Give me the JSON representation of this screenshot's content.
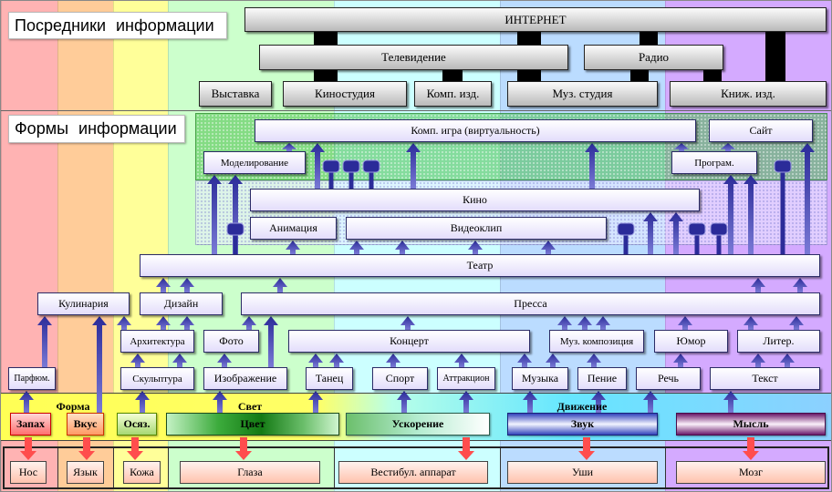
{
  "titles": {
    "intermediaries": "Посредники информации",
    "forms": "Формы информации"
  },
  "intermediaries": {
    "internet": "ИНТЕРНЕТ",
    "television": "Телевидение",
    "radio": "Радио",
    "exhibition": "Выставка",
    "film_studio": "Киностудия",
    "comp_publishing": "Комп. изд.",
    "music_studio": "Муз. студия",
    "book_publishing": "Книж. изд."
  },
  "forms": {
    "comp_game": "Комп. игра (виртуальность)",
    "site": "Сайт",
    "modeling": "Моделирование",
    "programs": "Програм.",
    "cinema": "Кино",
    "animation": "Анимация",
    "video_clip": "Видеоклип",
    "theatre": "Театр",
    "cooking": "Кулинария",
    "design": "Дизайн",
    "press": "Пресса",
    "architecture": "Архитектура",
    "photo": "Фото",
    "concert": "Концерт",
    "music_composition": "Муз. композиция",
    "humor": "Юмор",
    "literature": "Литер.",
    "perfume": "Парфюм.",
    "sculpture": "Скульптура",
    "image": "Изображение",
    "dance": "Танец",
    "sport": "Спорт",
    "attraction": "Аттракцион",
    "music": "Музыка",
    "singing": "Пение",
    "speech": "Речь",
    "text": "Текст"
  },
  "senses": {
    "group_form": "Форма",
    "group_light": "Свет",
    "group_motion": "Движение",
    "smell": "Запах",
    "taste": "Вкус",
    "touch": "Осяз.",
    "color": "Цвет",
    "acceleration": "Ускорение",
    "sound": "Звук",
    "thought": "Мысль"
  },
  "organs": {
    "nose": "Нос",
    "tongue": "Язык",
    "skin": "Кожа",
    "eyes": "Глаза",
    "vestibular": "Вестибул. аппарат",
    "ears": "Уши",
    "brain": "Мозг"
  },
  "colors": {
    "stripes": [
      "#ffb3b3",
      "#ffcc99",
      "#ffff99",
      "#ccffcc",
      "#ccffff",
      "#bbdcff",
      "#d4aaff"
    ],
    "arrow": "#2b2b99",
    "arrow_light": "#7a7ad6",
    "sense_arrow": "#ff4d4d",
    "post": "#000000"
  }
}
